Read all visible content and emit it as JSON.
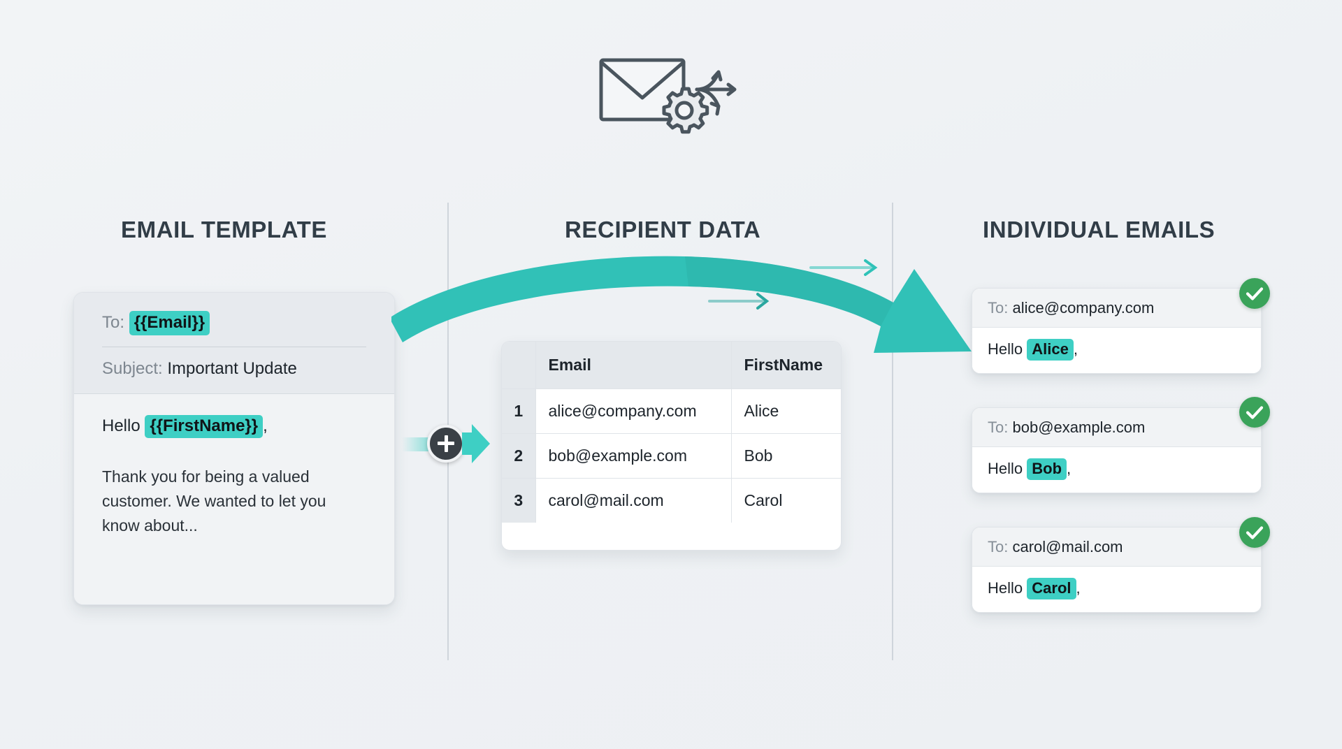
{
  "columns": {
    "left_heading": "EMAIL TEMPLATE",
    "middle_heading": "RECIPIENT DATA",
    "right_heading": "INDIVIDUAL EMAILS"
  },
  "template_card": {
    "to_label": "To:",
    "to_token": "{{Email}}",
    "subject_label": "Subject:",
    "subject_value": "Important Update",
    "greeting_prefix": "Hello",
    "greeting_token": "{{FirstName}}",
    "greeting_suffix": ",",
    "body_paragraph": "Thank you for being a valued customer. We wanted to let you know about..."
  },
  "recipient_table": {
    "headers": [
      "",
      "Email",
      "FirstName"
    ],
    "rows": [
      {
        "index": "1",
        "email": "alice@company.com",
        "first_name": "Alice"
      },
      {
        "index": "2",
        "email": "bob@example.com",
        "first_name": "Bob"
      },
      {
        "index": "3",
        "email": "carol@mail.com",
        "first_name": "Carol"
      }
    ]
  },
  "connector": {
    "symbol": "plus-merge"
  },
  "output_emails": [
    {
      "to_label": "To:",
      "to_value": "alice@company.com",
      "greeting_prefix": "Hello",
      "name": "Alice",
      "greeting_suffix": ",",
      "status": "sent"
    },
    {
      "to_label": "To:",
      "to_value": "bob@example.com",
      "greeting_prefix": "Hello",
      "name": "Bob",
      "greeting_suffix": ",",
      "status": "sent"
    },
    {
      "to_label": "To:",
      "to_value": "carol@mail.com",
      "greeting_prefix": "Hello",
      "name": "Carol",
      "greeting_suffix": ",",
      "status": "sent"
    }
  ],
  "colors": {
    "accent_teal": "#3ecfc4",
    "success_green": "#3aa35a",
    "heading_text": "#313d47",
    "background": "#eef1f4",
    "icon_gray": "#4a555e"
  }
}
